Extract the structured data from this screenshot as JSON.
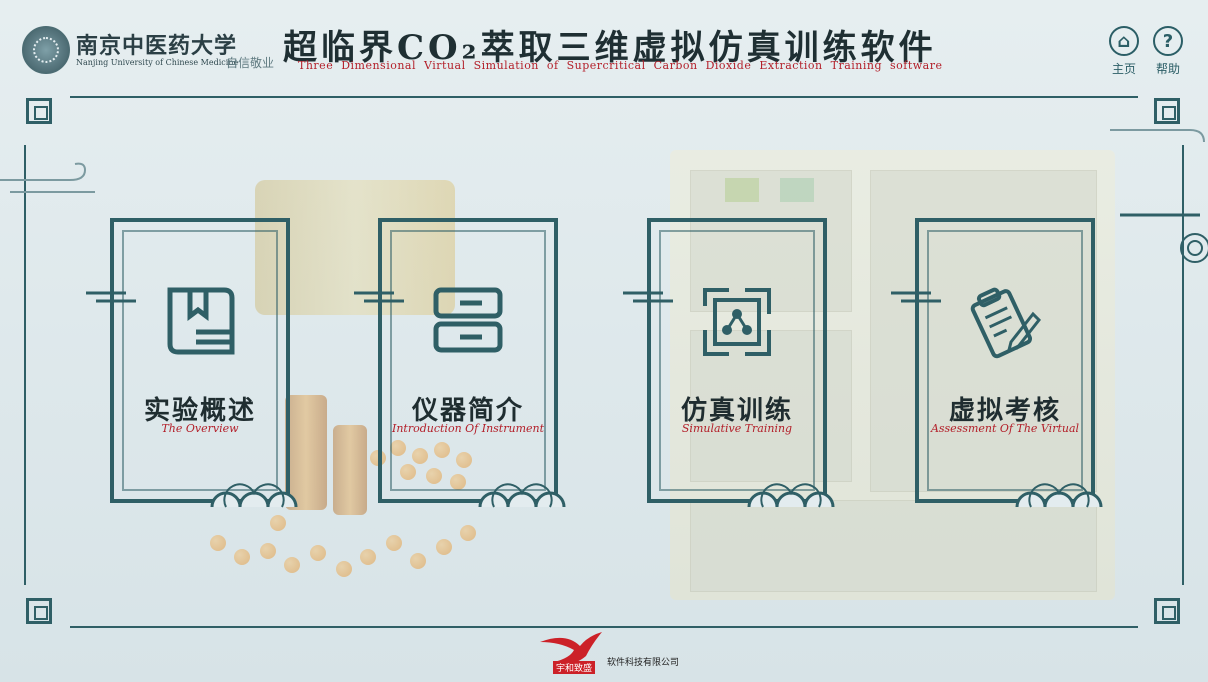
{
  "header": {
    "university_cn": "南京中医药大学",
    "university_en": "Nanjing University of Chinese Medicine",
    "motto": "自信敬业",
    "title_cn": "超临界CO₂萃取三维虚拟仿真训练软件",
    "title_en": "Three Dimensional Virtual Simulation of Supercritical Carbon Dioxide Extraction Training software"
  },
  "nav": {
    "home_icon": "⌂",
    "help_icon": "?",
    "home_label": "主页",
    "help_label": "帮助"
  },
  "cards": [
    {
      "title": "实验概述",
      "subtitle": "The Overview",
      "icon": "book-icon"
    },
    {
      "title": "仪器简介",
      "subtitle": "Introduction Of Instrument",
      "icon": "server-icon"
    },
    {
      "title": "仿真训练",
      "subtitle": "Simulative Training",
      "icon": "molecule-icon"
    },
    {
      "title": "虚拟考核",
      "subtitle": "Assessment Of The Virtual",
      "icon": "clipboard-pencil-icon"
    }
  ],
  "footer": {
    "company": "软件科技有限公司",
    "brand": "宇和致盛"
  },
  "colors": {
    "accent": "#2f5f66",
    "subtitle_red": "#b3202a",
    "background": "#e3ecef"
  }
}
